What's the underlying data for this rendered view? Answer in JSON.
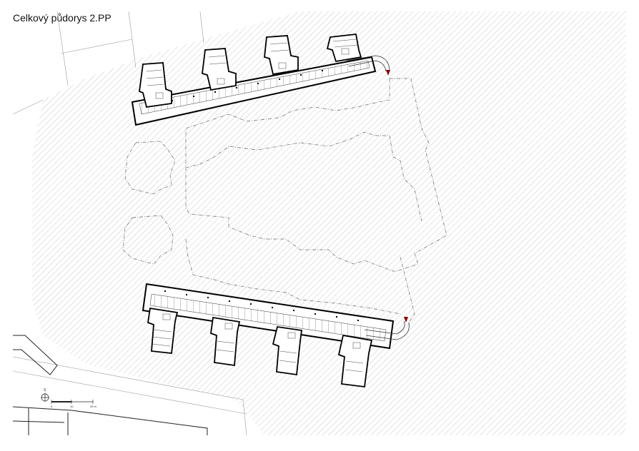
{
  "title": "Celkový půdorys 2.PP",
  "north_label": "S",
  "scale_bar": {
    "ticks": [
      "0",
      "10",
      "20 m"
    ]
  },
  "colors": {
    "hatch": "#bdbdbd",
    "wall": "#000000",
    "entrance_marker": "#8b0000",
    "outline": "#666666"
  }
}
